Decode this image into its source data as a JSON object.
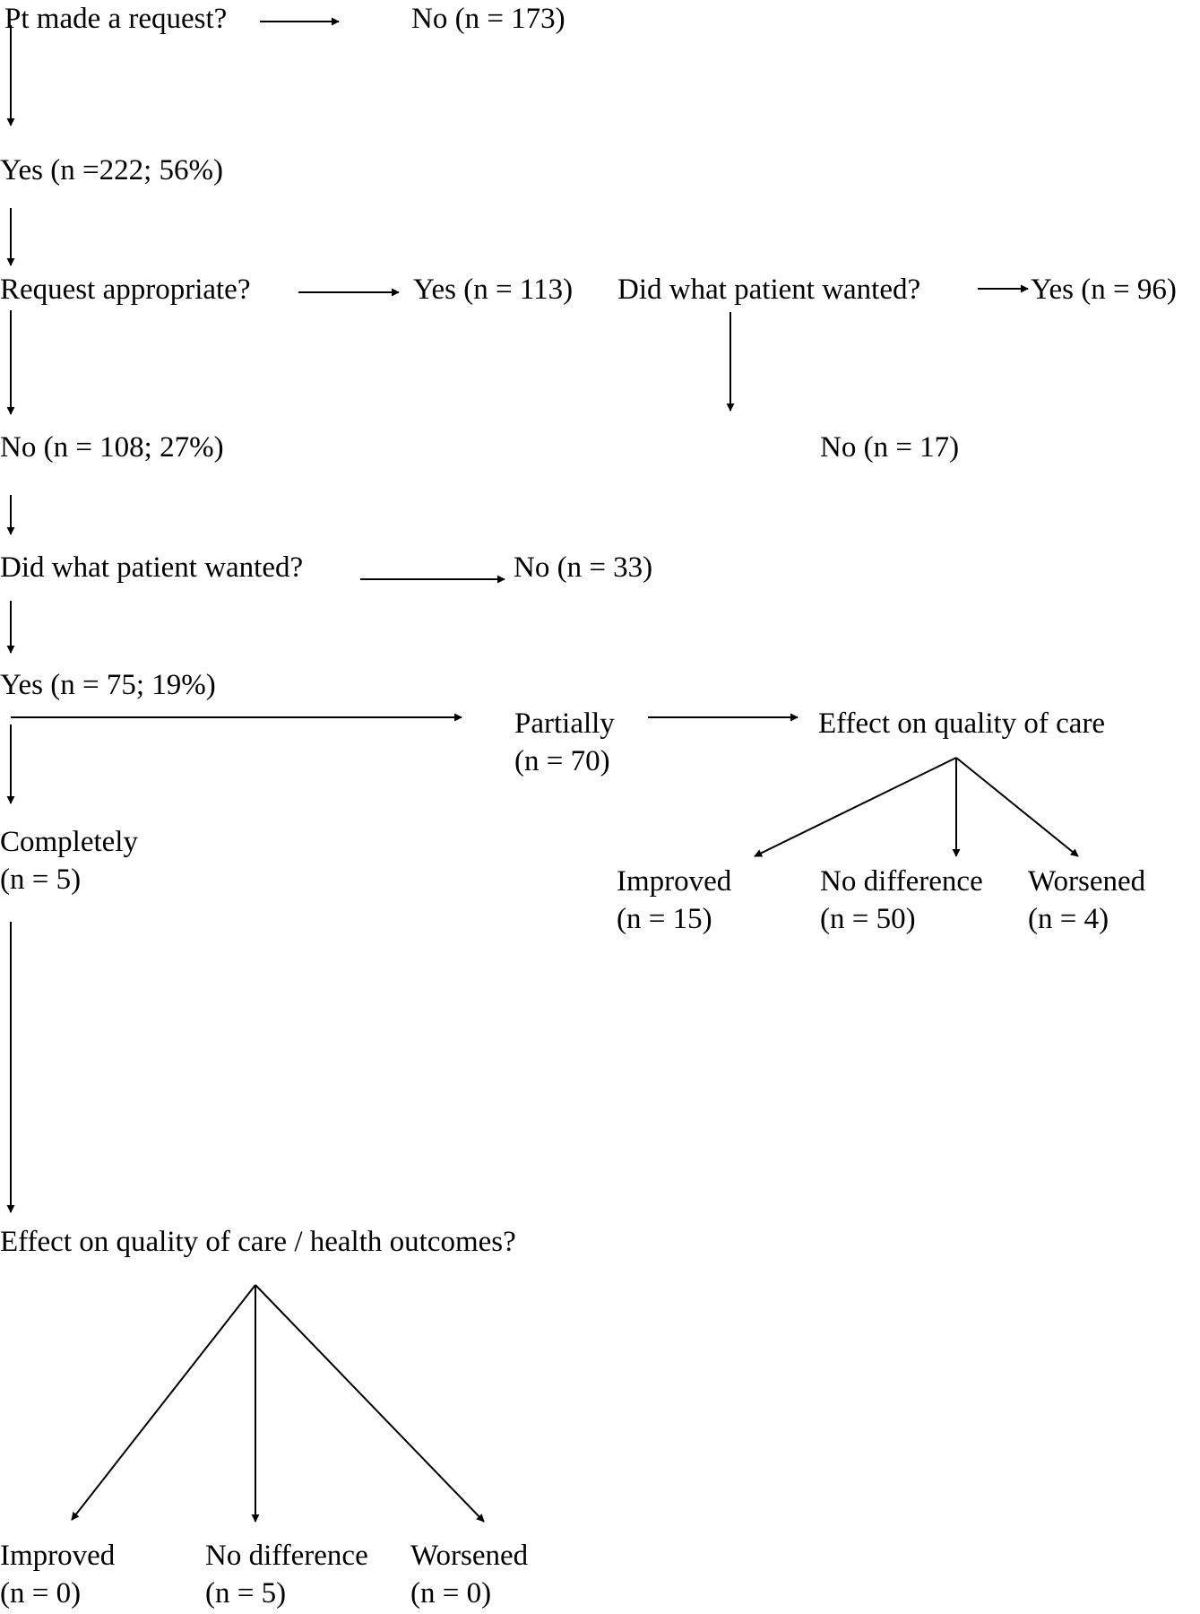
{
  "q_request": "Pt made a request?",
  "request_no": "No  (n = 173)",
  "request_yes": "Yes  (n =222; 56%)",
  "q_appropriate": "Request appropriate?",
  "appropriate_yes": "Yes (n = 113)",
  "q_did_wanted_appropriate": "Did what patient wanted?",
  "appropriate_did_yes": "Yes (n = 96)",
  "appropriate_did_no": "No (n = 17)",
  "appropriate_no": "No (n = 108; 27%)",
  "q_did_wanted_inappropriate": "Did what patient wanted?",
  "inappropriate_did_no": "No (n = 33)",
  "inappropriate_did_yes": "Yes (n = 75; 19%)",
  "partially": {
    "label": "Partially",
    "count": "(n = 70)"
  },
  "partial_effect": "Effect on quality of care",
  "partial_outcomes": [
    {
      "label": "Improved",
      "count": "(n = 15)"
    },
    {
      "label": "No difference",
      "count": "(n = 50)"
    },
    {
      "label": "Worsened",
      "count": "(n = 4)"
    }
  ],
  "completely": {
    "label": "Completely",
    "count": "(n = 5)"
  },
  "complete_effect": "Effect on quality of care / health outcomes?",
  "complete_outcomes": [
    {
      "label": "Improved",
      "count": "(n = 0)"
    },
    {
      "label": "No difference",
      "count": "(n = 5)"
    },
    {
      "label": "Worsened",
      "count": "(n = 0)"
    }
  ]
}
